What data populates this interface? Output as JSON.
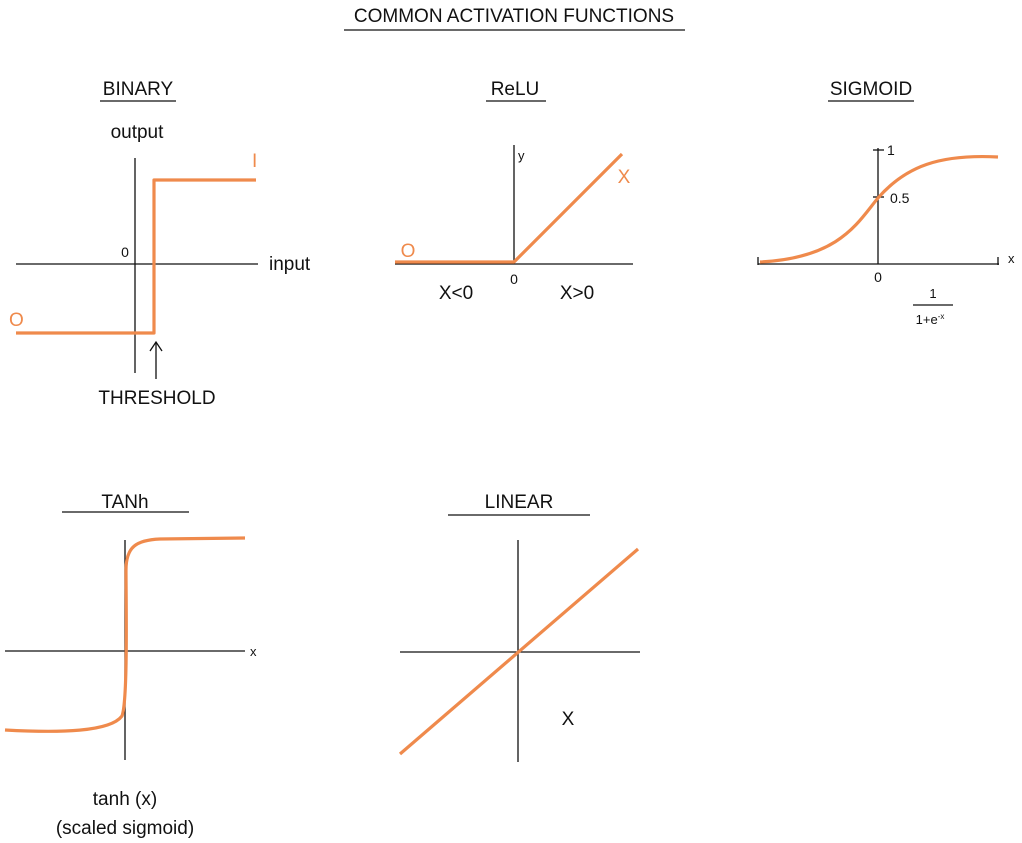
{
  "title": "COMMON ACTIVATION FUNCTIONS",
  "colors": {
    "curve": "#ef8a4c",
    "ink": "#111111",
    "background": "#ffffff"
  },
  "panels": {
    "binary": {
      "title": "BINARY",
      "y_label": "output",
      "x_label": "input",
      "origin_label": "0",
      "high_label": "I",
      "low_label": "O",
      "threshold_label": "THRESHOLD"
    },
    "relu": {
      "title": "ReLU",
      "y_label": "y",
      "origin_label": "0",
      "left_label": "O",
      "right_label": "X",
      "neg_region": "X<0",
      "pos_region": "X>0"
    },
    "sigmoid": {
      "title": "SIGMOID",
      "x_label": "x",
      "origin_label": "0",
      "tick_one": "1",
      "tick_half": "0.5",
      "formula_num": "1",
      "formula_den_base": "1+e",
      "formula_den_exp": "-x"
    },
    "tanh": {
      "title": "TANh",
      "x_label": "x",
      "caption_line1": "tanh (x)",
      "caption_line2": "(scaled sigmoid)"
    },
    "linear": {
      "title": "LINEAR",
      "x_label": "X"
    }
  }
}
